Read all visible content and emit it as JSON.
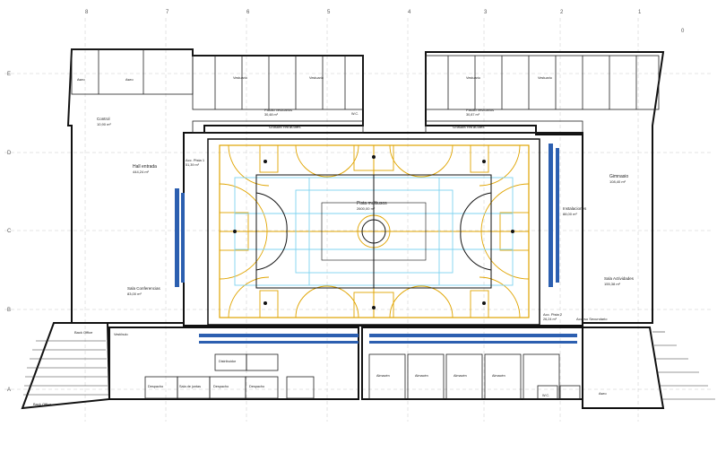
{
  "grid": {
    "numbers": [
      "8",
      "7",
      "6",
      "5",
      "4",
      "3",
      "2",
      "1",
      "0"
    ],
    "letters": [
      "E",
      "D",
      "C",
      "B",
      "A"
    ]
  },
  "rooms": {
    "court": "Pista multiusos",
    "court_area": "2600,00 m²",
    "hall": "Hall entrada",
    "hall_area": "444,24 m²",
    "gym": "Gimnasio",
    "gym_area": "108,40 m²",
    "install": "Instalaciones",
    "install_area": "88,00 m²",
    "conference": "Sala Conferencias",
    "conference_area": "83,00 m²",
    "activities": "Sala Actividades",
    "activities_area": "155,38 m²",
    "control": "Control",
    "control_area": "10,90 m²",
    "access_wc_left": "Acc. Pista 1",
    "access_wc_left_area": "51,39 m²",
    "access_right": "Acc. Pista 2",
    "access_right_area": "26,24 m²",
    "pasillo_left": "Pasillo vestuarios",
    "pasillo_left_area": "30,48 m²",
    "pasillo_right": "Pasillo vestuarios",
    "pasillo_right_area": "30,87 m²",
    "gradas_left": "Gradas retráctiles",
    "gradas_right": "Gradas retráctiles",
    "vestuario": "Vestuario",
    "almacen": "Almacén",
    "back_office": "Back Office",
    "despacho": "Despacho",
    "sala_juntas": "Sala de juntas",
    "distribuidor": "Distribuidor",
    "acceso_secundario": "Acceso Secundario",
    "aseo": "Aseo",
    "wc": "W.C.",
    "vestibulo": "Vestíbulo"
  }
}
